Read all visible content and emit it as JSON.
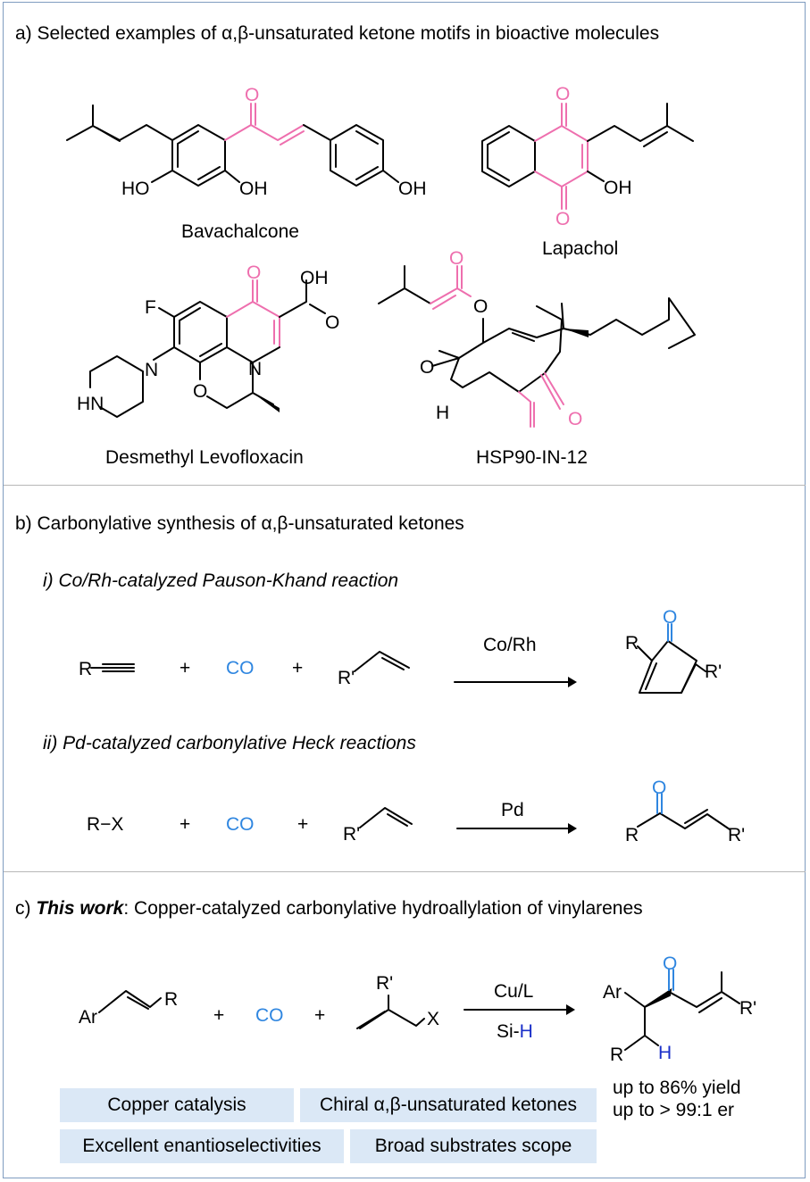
{
  "section_a": {
    "title": "a) Selected examples of α,β-unsaturated ketone motifs in bioactive molecules",
    "molecules": {
      "bavachalcone": "Bavachalcone",
      "lapachol": "Lapachol",
      "levofloxacin": "Desmethyl Levofloxacin",
      "hsp90": "HSP90-IN-12"
    }
  },
  "section_b": {
    "title": "b) Carbonylative synthesis of α,β-unsaturated ketones",
    "sub_i": "i) Co/Rh-catalyzed Pauson-Khand reaction",
    "sub_ii": "ii) Pd-catalyzed carbonylative Heck reactions",
    "catalyst_i": "Co/Rh",
    "catalyst_ii": "Pd",
    "plus": "+",
    "co": "CO",
    "rx": "R−X"
  },
  "section_c": {
    "title_prefix": "c) ",
    "title_bold": "This work",
    "title_rest": ": Copper-catalyzed carbonylative hydroallylation of vinylarenes",
    "catalyst": "Cu/L",
    "silane_si": "Si-",
    "silane_h": "H",
    "co": "CO",
    "plus": "+",
    "yield": "up to 86% yield",
    "er": "up to > 99:1 er",
    "tags": [
      "Copper catalysis",
      "Chiral α,β-unsaturated ketones",
      "Excellent enantioselectivities",
      "Broad substrates scope"
    ]
  },
  "colors": {
    "frame": "#7f9cc0",
    "highlight_pink": "#ee6fae",
    "highlight_blue": "#2f86e0",
    "tag_bg": "#dbe8f6",
    "hydride": "#1a2fc9"
  }
}
